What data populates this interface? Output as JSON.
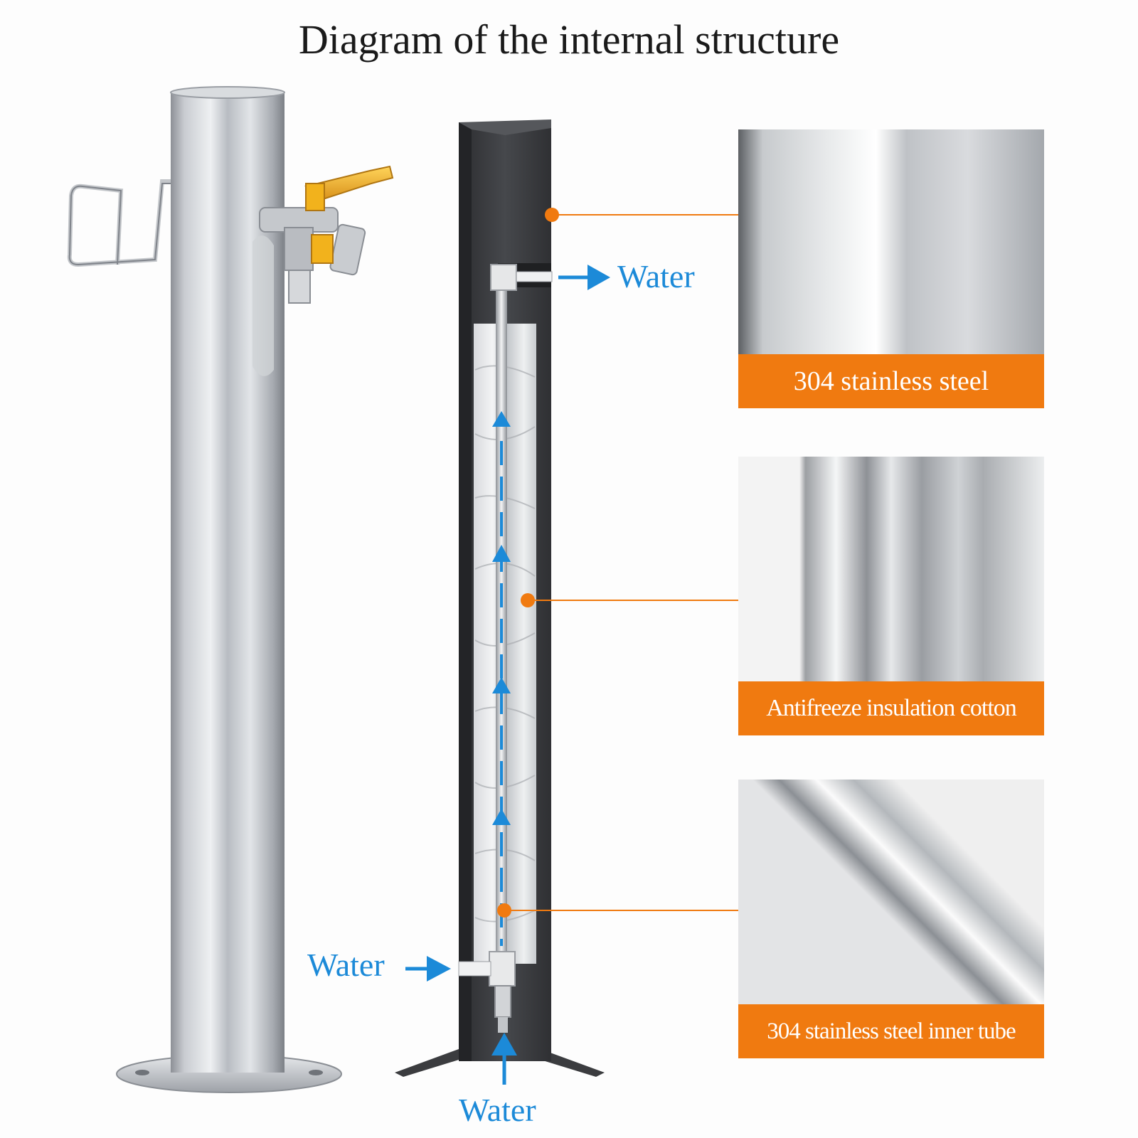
{
  "title": "Diagram of the internal structure",
  "water_labels": {
    "outlet": "Water",
    "side_inlet": "Water",
    "bottom_inlet": "Water"
  },
  "panels": [
    {
      "caption": "304 stainless steel"
    },
    {
      "caption": "Antifreeze insulation cotton"
    },
    {
      "caption": "304 stainless steel inner tube"
    }
  ],
  "colors": {
    "accent_orange": "#f07a10",
    "flow_blue": "#1c8ad8",
    "housing_dark": "#3a3b3e",
    "faucet_yellow": "#f2b21c"
  }
}
